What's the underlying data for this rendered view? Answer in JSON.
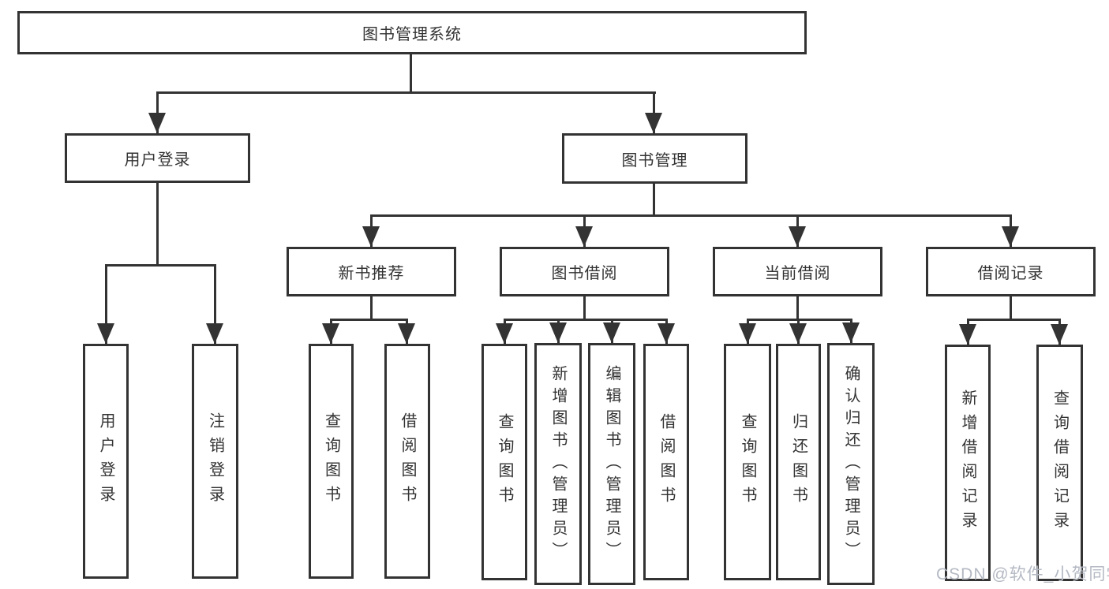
{
  "diagram": {
    "root": {
      "label": "图书管理系统"
    },
    "level2": {
      "user_login": {
        "label": "用户登录",
        "children": {
          "login": {
            "label": "用户登录"
          },
          "logout": {
            "label": "注销登录"
          }
        }
      },
      "book_management": {
        "label": "图书管理",
        "children": {
          "new_book_recommend": {
            "label": "新书推荐",
            "children": {
              "query_books": {
                "label": "查询图书"
              },
              "borrow_books": {
                "label": "借阅图书"
              }
            }
          },
          "book_borrow": {
            "label": "图书借阅",
            "children": {
              "query_books": {
                "label": "查询图书"
              },
              "add_books_admin": {
                "label": "新增图书（管理员）"
              },
              "edit_books_admin": {
                "label": "编辑图书（管理员）"
              },
              "borrow_books": {
                "label": "借阅图书"
              }
            }
          },
          "current_borrow": {
            "label": "当前借阅",
            "children": {
              "query_books": {
                "label": "查询图书"
              },
              "return_books": {
                "label": "归还图书"
              },
              "confirm_return_admin": {
                "label": "确认归还（管理员）"
              }
            }
          },
          "borrow_records": {
            "label": "借阅记录",
            "children": {
              "add_borrow_record": {
                "label": "新增借阅记录"
              },
              "query_borrow_record": {
                "label": "查询借阅记录"
              }
            }
          }
        }
      }
    }
  },
  "watermark": {
    "text": "CSDN @软件_小贺同学"
  },
  "colors": {
    "line": "#333333",
    "text": "#333333",
    "watermark_text": "#b4b9c3",
    "background": "#ffffff"
  }
}
